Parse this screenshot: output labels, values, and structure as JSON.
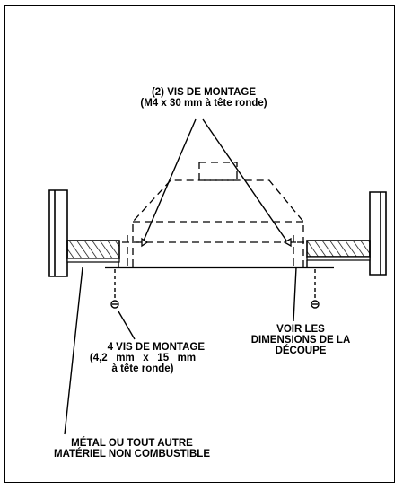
{
  "labels": {
    "top_screws": {
      "line1": "(2) VIS DE MONTAGE",
      "line2": "(M4 x 30 mm à tête ronde)"
    },
    "bottom_screws": {
      "line1": "4 VIS DE MONTAGE",
      "line2": "(4,2   mm   x   15   mm",
      "line3": "à tête ronde)"
    },
    "cutout": {
      "line1": "VOIR LES",
      "line2": "DIMENSIONS DE LA",
      "line3": "DÉCOUPE"
    },
    "material": {
      "line1": "MÉTAL OU TOUT AUTRE",
      "line2": "MATÉRIEL NON COMBUSTIBLE"
    }
  }
}
